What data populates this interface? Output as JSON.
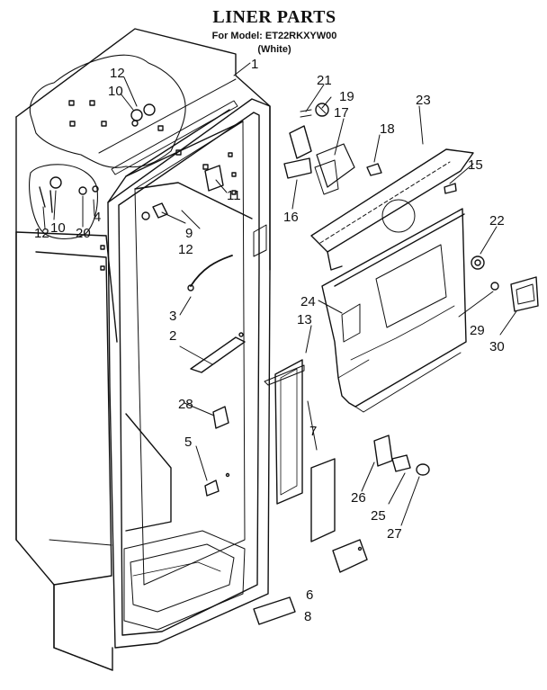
{
  "header": {
    "title": "LINER PARTS",
    "model_line": "For Model: ET22RKXYW00",
    "variant": "(White)"
  },
  "callouts": [
    {
      "id": "c1",
      "label": "1"
    },
    {
      "id": "c2",
      "label": "2"
    },
    {
      "id": "c3",
      "label": "3"
    },
    {
      "id": "c4",
      "label": "4"
    },
    {
      "id": "c5",
      "label": "5"
    },
    {
      "id": "c6",
      "label": "6"
    },
    {
      "id": "c7",
      "label": "7"
    },
    {
      "id": "c8",
      "label": "8"
    },
    {
      "id": "c9",
      "label": "9"
    },
    {
      "id": "c10a",
      "label": "10"
    },
    {
      "id": "c10b",
      "label": "10"
    },
    {
      "id": "c11",
      "label": "11"
    },
    {
      "id": "c12a",
      "label": "12"
    },
    {
      "id": "c12b",
      "label": "12"
    },
    {
      "id": "c12c",
      "label": "12"
    },
    {
      "id": "c13",
      "label": "13"
    },
    {
      "id": "c15",
      "label": "15"
    },
    {
      "id": "c16",
      "label": "16"
    },
    {
      "id": "c17",
      "label": "17"
    },
    {
      "id": "c18",
      "label": "18"
    },
    {
      "id": "c19",
      "label": "19"
    },
    {
      "id": "c20",
      "label": "20"
    },
    {
      "id": "c21",
      "label": "21"
    },
    {
      "id": "c22",
      "label": "22"
    },
    {
      "id": "c23",
      "label": "23"
    },
    {
      "id": "c24",
      "label": "24"
    },
    {
      "id": "c25",
      "label": "25"
    },
    {
      "id": "c26",
      "label": "26"
    },
    {
      "id": "c27",
      "label": "27"
    },
    {
      "id": "c28",
      "label": "28"
    },
    {
      "id": "c29",
      "label": "29"
    },
    {
      "id": "c30",
      "label": "30"
    }
  ]
}
